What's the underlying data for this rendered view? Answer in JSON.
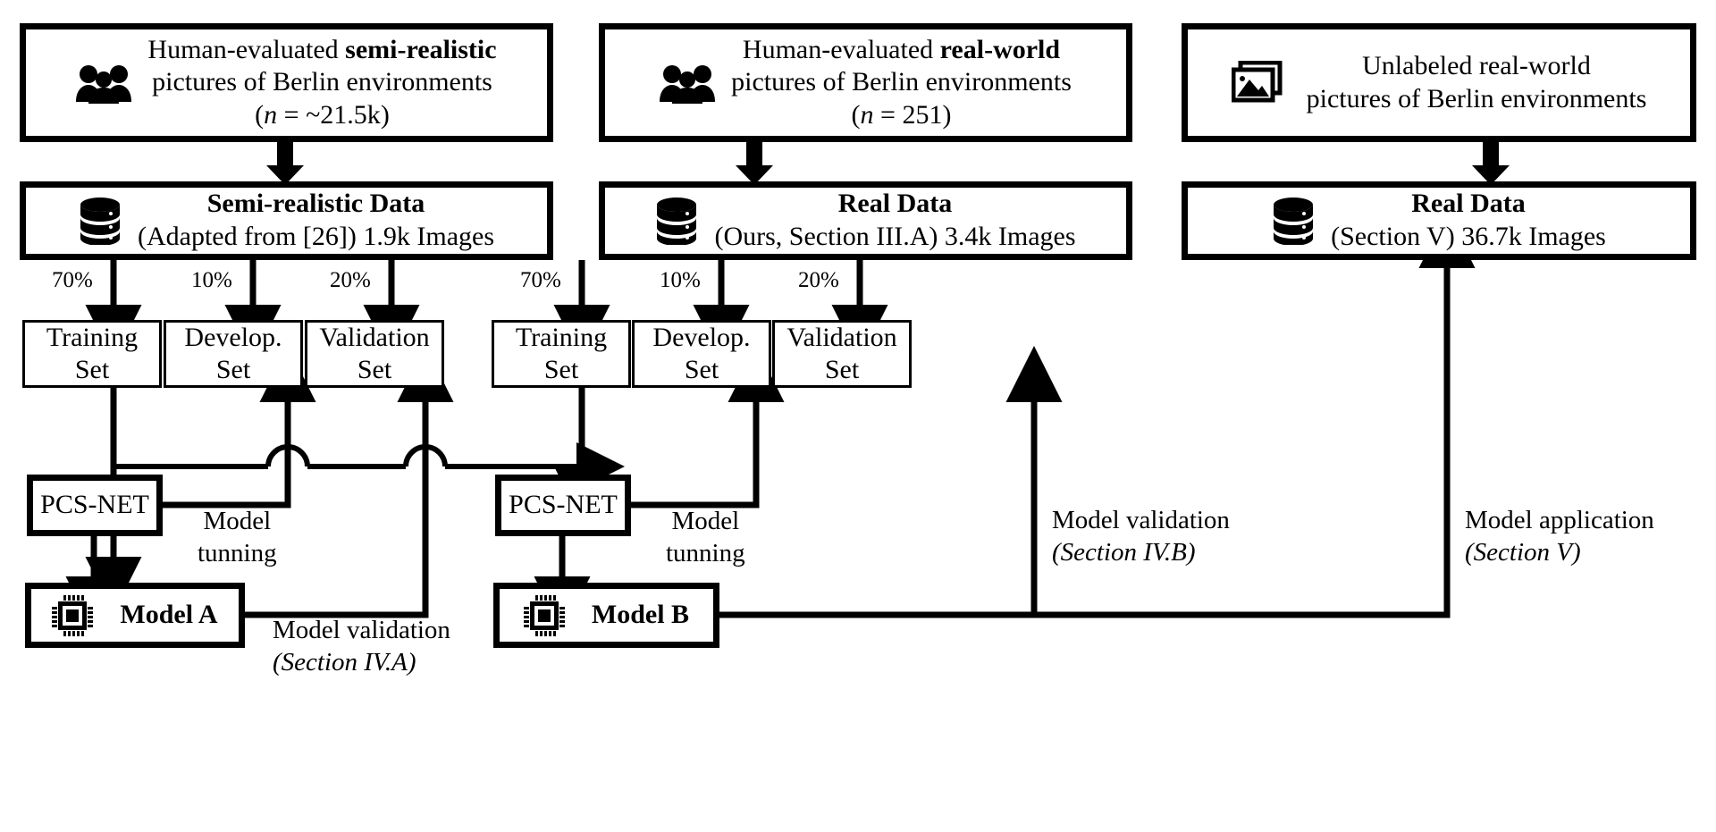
{
  "diagram": {
    "title": "PCS-NET training, validation and application pipeline",
    "colors": {
      "stroke": "#000000",
      "fill": "#ffffff"
    },
    "columns": [
      {
        "id": "semi-realistic",
        "source": {
          "icon": "people-group-icon",
          "line1_prefix": "Human-evaluated ",
          "line1_bold": "semi-realistic",
          "line2": "pictures of Berlin environments",
          "line3_italic": "n",
          "line3_rest": " = ~21.5k"
        },
        "dataset": {
          "icon": "database-icon",
          "title": "Semi-realistic Data",
          "subtitle": "(Adapted from [26])   1.9k Images"
        },
        "splits": [
          {
            "pct": "70%",
            "label_line1": "Training",
            "label_line2": "Set"
          },
          {
            "pct": "10%",
            "label_line1": "Develop.",
            "label_line2": "Set"
          },
          {
            "pct": "20%",
            "label_line1": "Validation",
            "label_line2": "Set"
          }
        ],
        "network": "PCS-NET",
        "tuning_label_line1": "Model",
        "tuning_label_line2": "tunning",
        "model": {
          "icon": "chip-icon",
          "label": "Model A"
        },
        "validation_label_line1": "Model validation",
        "validation_label_line2": "(Section IV.A)"
      },
      {
        "id": "real",
        "source": {
          "icon": "people-group-icon",
          "line1_prefix": "Human-evaluated ",
          "line1_bold": "real-world",
          "line2": "pictures of Berlin environments",
          "line3_italic": "n",
          "line3_rest": " = 251"
        },
        "dataset": {
          "icon": "database-icon",
          "title": "Real Data",
          "subtitle": "(Ours, Section III.A)   3.4k Images"
        },
        "splits": [
          {
            "pct": "70%",
            "label_line1": "Training",
            "label_line2": "Set"
          },
          {
            "pct": "10%",
            "label_line1": "Develop.",
            "label_line2": "Set"
          },
          {
            "pct": "20%",
            "label_line1": "Validation",
            "label_line2": "Set"
          }
        ],
        "network": "PCS-NET",
        "tuning_label_line1": "Model",
        "tuning_label_line2": "tunning",
        "model": {
          "icon": "chip-icon",
          "label": "Model B"
        },
        "validation_label_line1": "Model validation",
        "validation_label_line2": "(Section IV.B)"
      },
      {
        "id": "unlabeled",
        "source": {
          "icon": "image-stack-icon",
          "line1_prefix": "Unlabeled real-world",
          "line1_bold": "",
          "line2": "pictures of Berlin environments",
          "line3_italic": "",
          "line3_rest": ""
        },
        "dataset": {
          "icon": "database-icon",
          "title": "Real Data",
          "subtitle": "(Section V)   36.7k Images"
        },
        "application_label_line1": "Model application",
        "application_label_line2": "(Section V)"
      }
    ]
  }
}
